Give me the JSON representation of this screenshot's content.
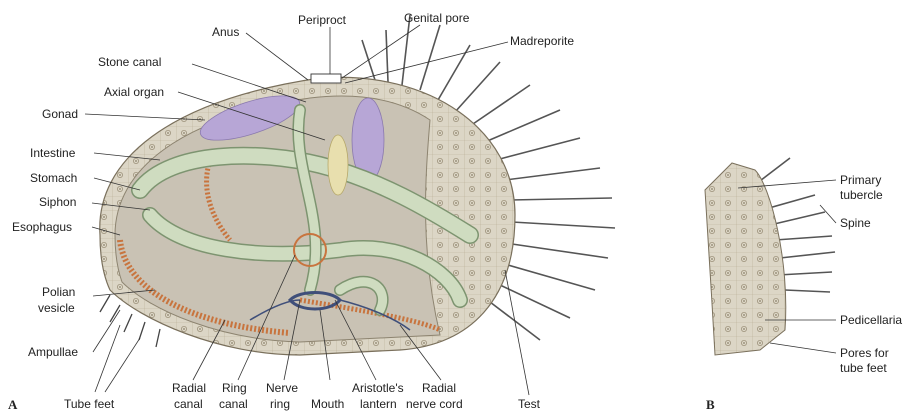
{
  "panels": {
    "a": "A",
    "b": "B"
  },
  "labels": {
    "periproct": "Periproct",
    "genital_pore": "Genital pore",
    "anus": "Anus",
    "madreporite": "Madreporite",
    "stone_canal": "Stone canal",
    "axial_organ": "Axial organ",
    "gonad": "Gonad",
    "intestine": "Intestine",
    "stomach": "Stomach",
    "siphon": "Siphon",
    "esophagus": "Esophagus",
    "polian_line1": "Polian",
    "polian_line2": "vesicle",
    "ampullae": "Ampullae",
    "tube_feet": "Tube feet",
    "radial_canal_line1": "Radial",
    "radial_canal_line2": "canal",
    "ring_canal_line1": "Ring",
    "ring_canal_line2": "canal",
    "nerve_ring_line1": "Nerve",
    "nerve_ring_line2": "ring",
    "mouth": "Mouth",
    "lantern_line1": "Aristotle's",
    "lantern_line2": "lantern",
    "radial_nerve_line1": "Radial",
    "radial_nerve_line2": "nerve cord",
    "test": "Test",
    "primary_tubercle_line1": "Primary",
    "primary_tubercle_line2": "tubercle",
    "spine": "Spine",
    "pedicellaria": "Pedicellaria",
    "pores_line1": "Pores for",
    "pores_line2": "tube feet"
  },
  "colors": {
    "test": "#dcd6c6",
    "test_plates": "#b8ad95",
    "interior": "#c9c2b4",
    "gut": "#cfdcc0",
    "gut_edge": "#7d9470",
    "gonad": "#b7a6d6",
    "axial": "#e8dfae",
    "ampullae": "#c8743e",
    "nerve": "#3f4f7a",
    "spines": "#555555"
  }
}
